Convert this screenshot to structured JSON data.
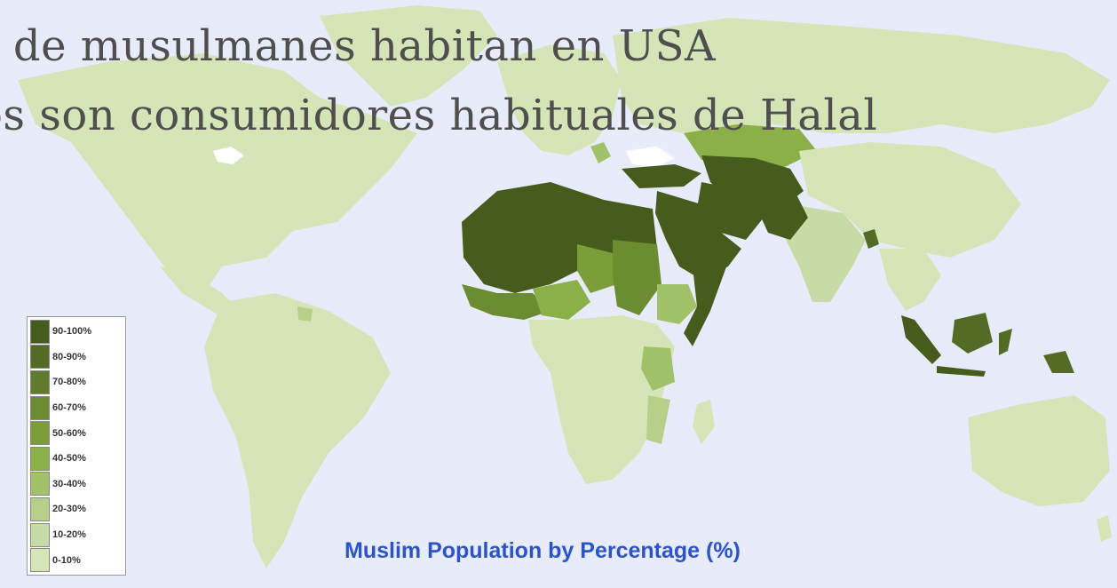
{
  "overlay_text": {
    "line1": "s de musulmanes habitan en USA",
    "line2": "os son consumidores habituales de Halal"
  },
  "map": {
    "title": "Muslim Population by Percentage (%)",
    "ocean_color": "#e8ecfa",
    "legend": [
      {
        "label": "90-100%",
        "color": "#465c1d"
      },
      {
        "label": "80-90%",
        "color": "#536b24"
      },
      {
        "label": "70-80%",
        "color": "#5f7b2b"
      },
      {
        "label": "60-70%",
        "color": "#6c8c31"
      },
      {
        "label": "50-60%",
        "color": "#7b9e38"
      },
      {
        "label": "40-50%",
        "color": "#8cb048"
      },
      {
        "label": "30-40%",
        "color": "#a2c26a"
      },
      {
        "label": "20-30%",
        "color": "#b6d08a"
      },
      {
        "label": "10-20%",
        "color": "#c7dba6"
      },
      {
        "label": "0-10%",
        "color": "#d6e5b8"
      }
    ]
  }
}
